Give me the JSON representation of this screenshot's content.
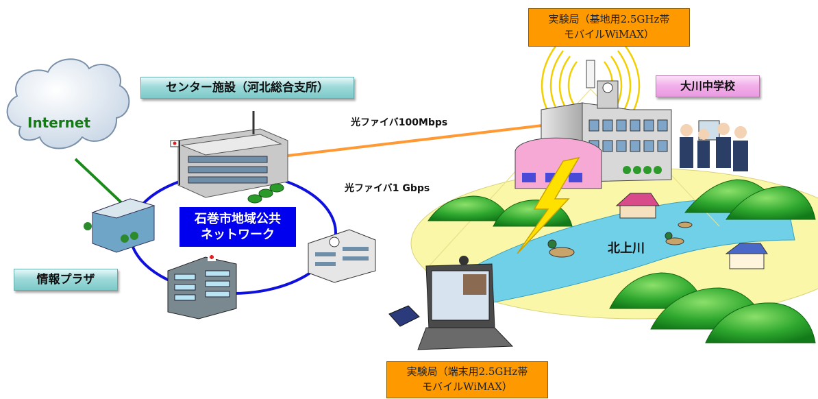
{
  "experiment_base": {
    "line1": "実験局（基地用2.5GHz帯",
    "line2": "モバイルWiMAX）"
  },
  "experiment_terminal": {
    "line1": "実験局（端末用2.5GHz帯",
    "line2": "モバイルWiMAX）"
  },
  "center": "センター施設（河北総合支所）",
  "school": "大川中学校",
  "internet": "Internet",
  "plaza": "情報プラザ",
  "network": {
    "line1": "石巻市地域公共",
    "line2": "ネットワーク"
  },
  "link_100m": "光ファイバ100Mbps",
  "link_1g": "光ファイバ1 Gbps",
  "river": "北上川",
  "colors": {
    "orange": "#ff9900",
    "teal": "#9fdada",
    "pink": "#f2b0ea",
    "blue": "#0000ee",
    "fiber": "#ff9933",
    "ring": "#1010dd",
    "green": "#22aa22"
  }
}
